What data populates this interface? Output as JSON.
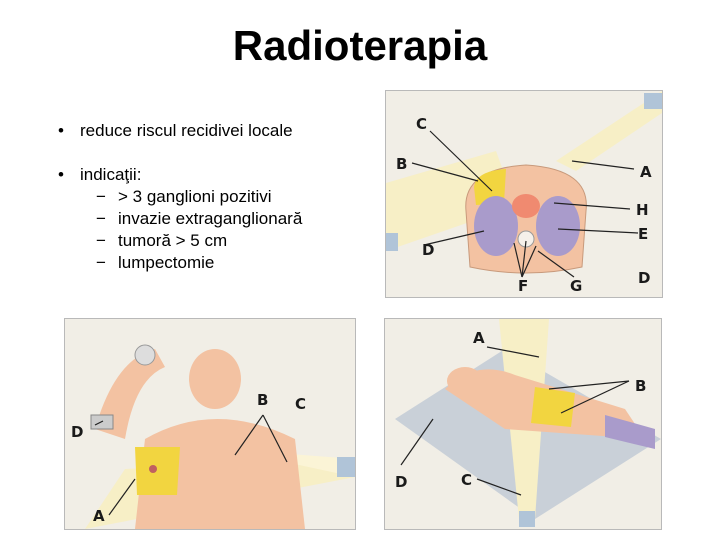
{
  "title": "Radioterapia",
  "bullets": {
    "b1": "reduce riscul recidivei locale",
    "b2": "indicaţii:",
    "indications": [
      "> 3 ganglioni pozitivi",
      "invazie extraganglionară",
      "tumoră > 5 cm",
      "lumpectomie"
    ],
    "bullet_glyph": "•",
    "dash_glyph": "−"
  },
  "figures": {
    "top_right": {
      "labels": [
        "C",
        "B",
        "A",
        "H",
        "E",
        "D",
        "F",
        "G",
        "D"
      ]
    },
    "bottom_left": {
      "labels": [
        "D",
        "B",
        "C",
        "A"
      ]
    },
    "bottom_right": {
      "labels": [
        "A",
        "B",
        "D",
        "C"
      ]
    }
  },
  "colors": {
    "yellow": "#f2d540",
    "lavender": "#a99bcb",
    "skin": "#f3c2a2",
    "beam": "#f7efc6"
  }
}
